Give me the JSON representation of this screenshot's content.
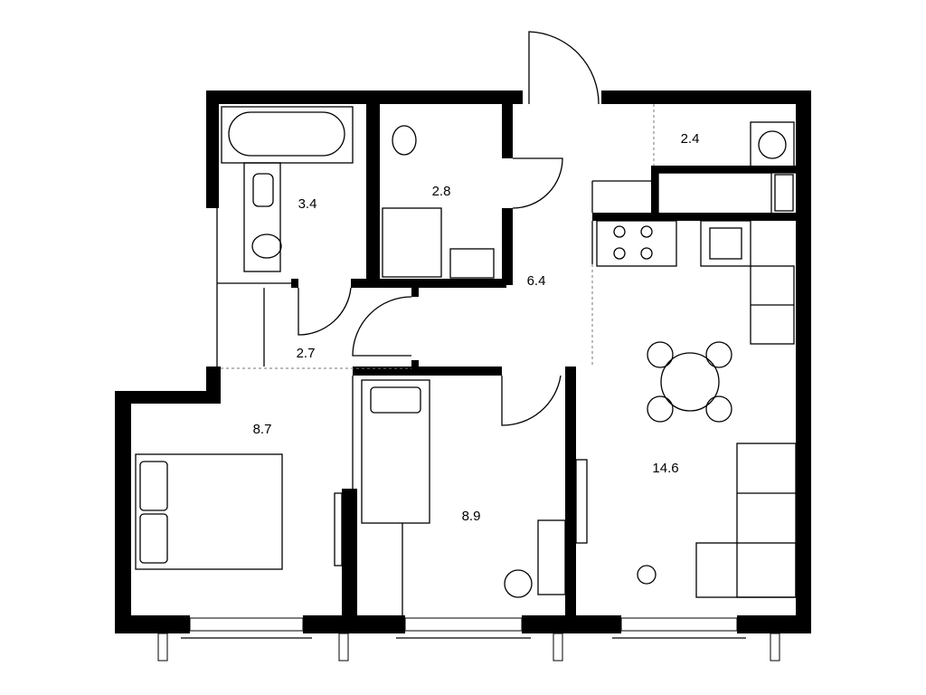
{
  "plan": {
    "rooms": [
      {
        "id": "bathroom",
        "area": "3.4"
      },
      {
        "id": "wc",
        "area": "2.8"
      },
      {
        "id": "storage",
        "area": "2.4"
      },
      {
        "id": "hall",
        "area": "6.4"
      },
      {
        "id": "corridor",
        "area": "2.7"
      },
      {
        "id": "bedroom",
        "area": "8.7"
      },
      {
        "id": "kids-room",
        "area": "8.9"
      },
      {
        "id": "kitchen-living",
        "area": "14.6"
      }
    ],
    "colors": {
      "wall": "#000000",
      "background": "#ffffff",
      "dashed": "#777777"
    }
  }
}
